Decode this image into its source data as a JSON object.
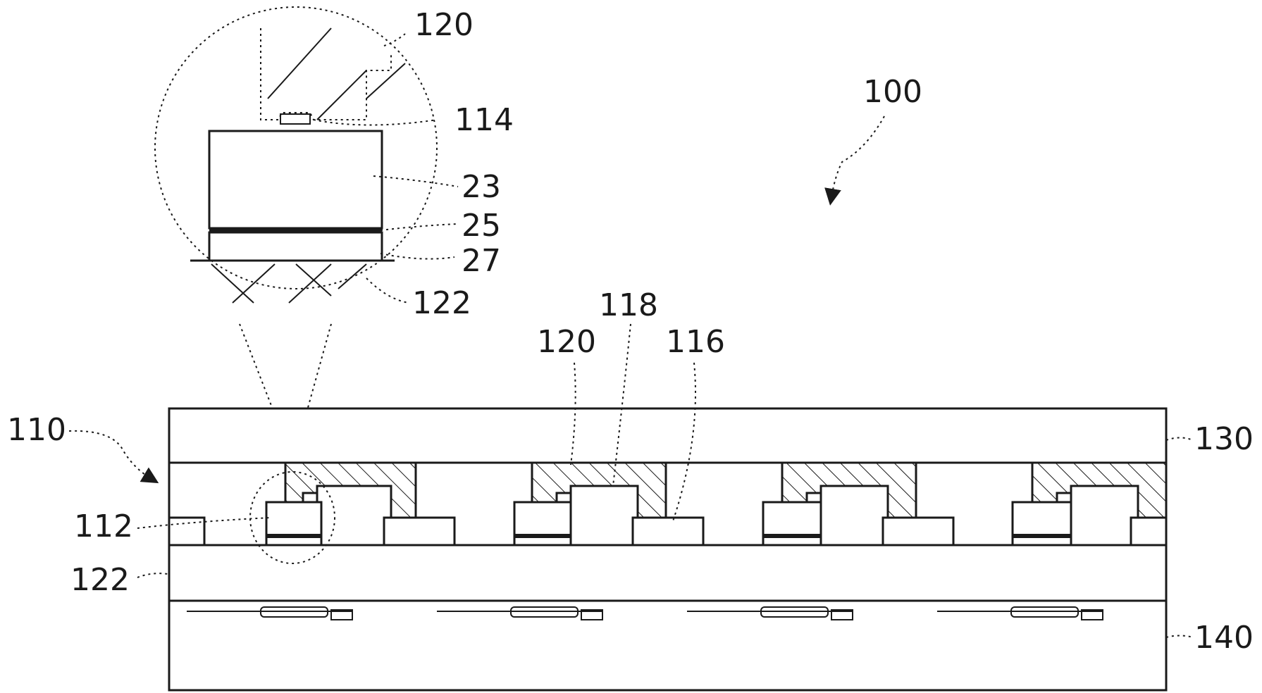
{
  "figure": {
    "reference_numeral": "100",
    "labels": {
      "device": "110",
      "chip": "112",
      "bump": "114",
      "pad": "116",
      "opening": "118",
      "molding": "120",
      "substrate": "122",
      "top_layer": "130",
      "bottom_layer": "140",
      "layer_23": "23",
      "layer_25": "25",
      "layer_27": "27"
    },
    "inset": {
      "label_molding": "120",
      "label_bump": "114",
      "label_layer_23": "23",
      "label_layer_25": "25",
      "label_layer_27": "27",
      "label_substrate": "122"
    }
  }
}
